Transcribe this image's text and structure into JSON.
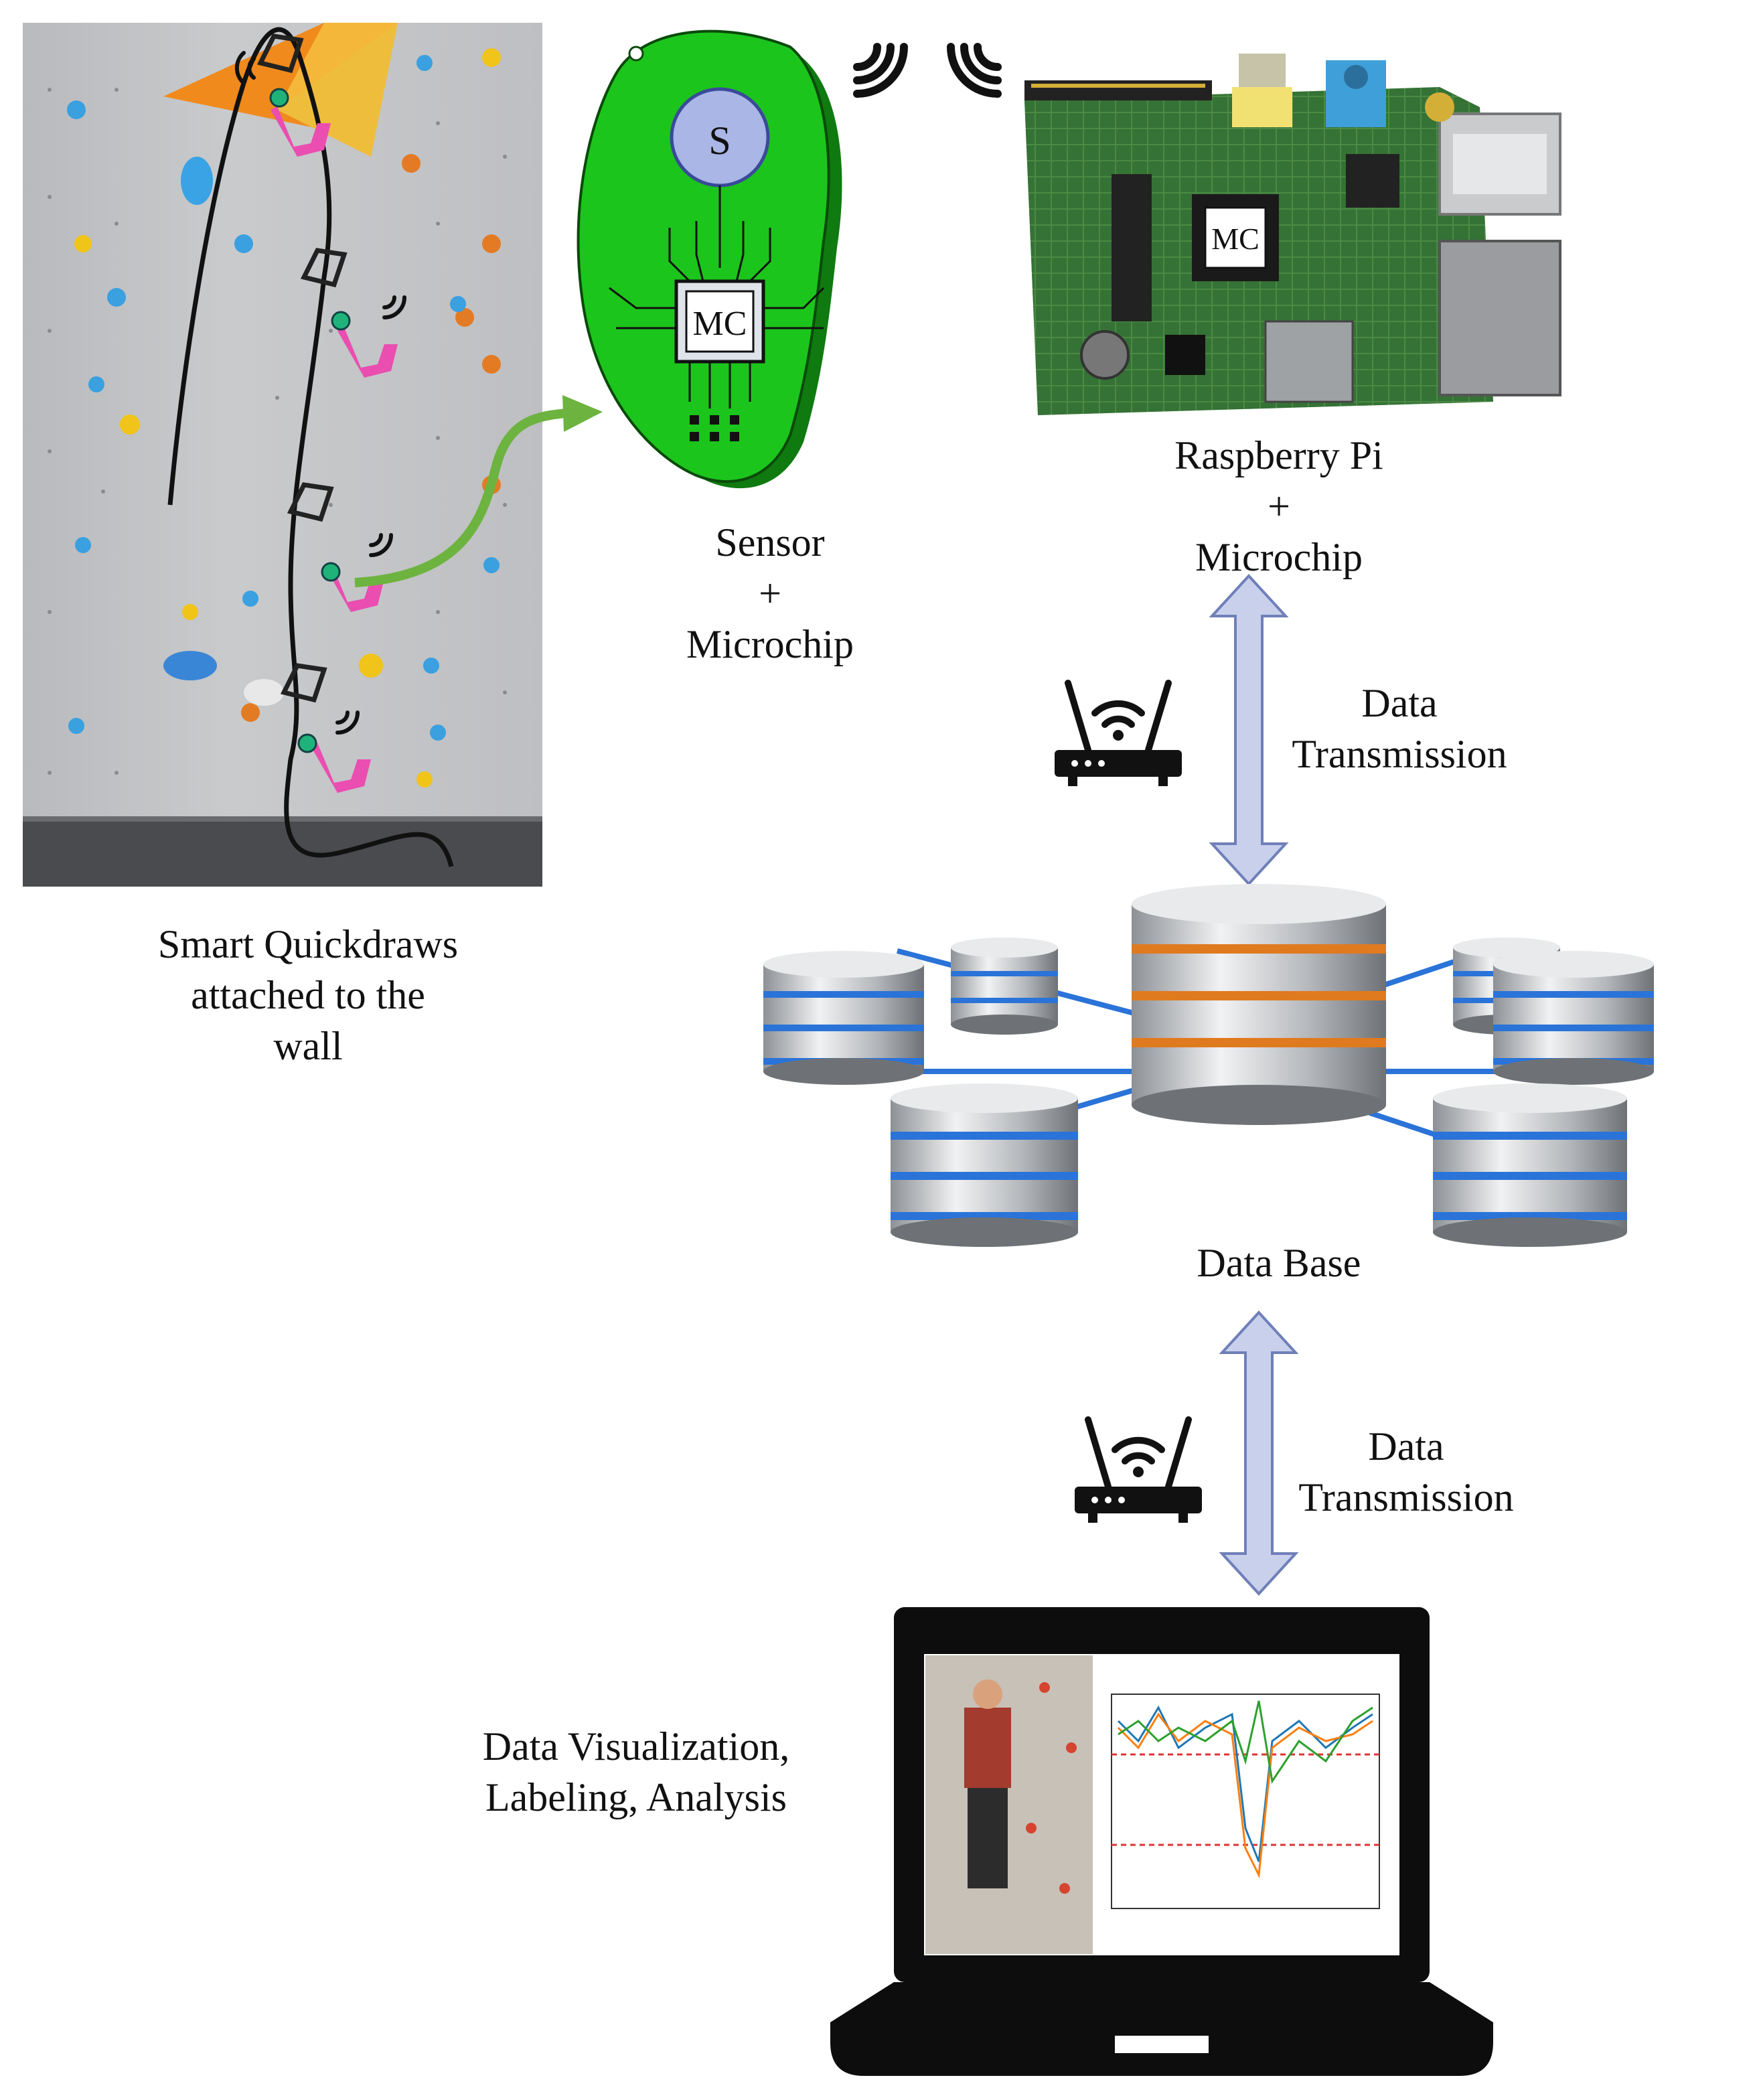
{
  "captions": {
    "quickdraws": "Smart Quickdraws\nattached to the\nwall",
    "sensor": "Sensor\n+\nMicrochip",
    "raspberry": "Raspberry Pi\n+\nMicrochip",
    "transmission_top": "Data\nTransmission",
    "database": "Data Base",
    "transmission_bottom": "Data\nTransmission",
    "visualization": "Data Visualization,\nLabeling, Analysis"
  },
  "chip_labels": {
    "sensor_symbol": "S",
    "sensor_chip": "MC",
    "pi_chip": "MC"
  },
  "icons": {
    "wall_photo": "climbing-wall-photo",
    "arrow": "curved-arrow-icon",
    "wifi": "wifi-signal-icon",
    "router": "wifi-router-icon",
    "database": "database-cluster-icon",
    "laptop": "laptop-icon"
  },
  "colors": {
    "sensor_board": "#1cc51c",
    "arrow": "#6db33f",
    "transfer_arrow": "#c9d0ec",
    "db_orange": "#e07a1f",
    "db_blue": "#2a73d8"
  }
}
